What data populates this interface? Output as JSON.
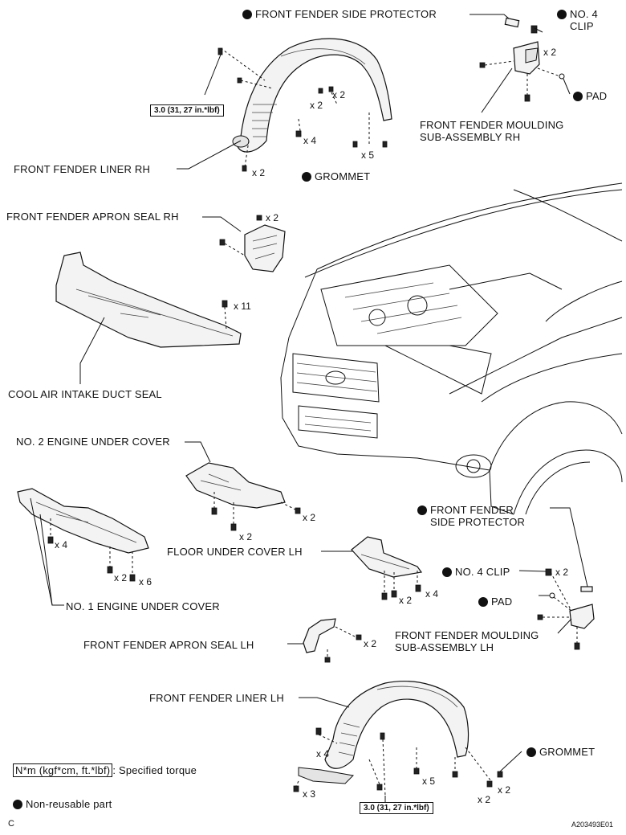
{
  "labels": {
    "front_fender_side_protector_rh": "FRONT FENDER SIDE PROTECTOR",
    "no4_clip_rh": "NO. 4\nCLIP",
    "pad_rh": "PAD",
    "front_fender_moulding_rh_line1": "FRONT FENDER MOULDING",
    "front_fender_moulding_rh_line2": "SUB-ASSEMBLY RH",
    "front_fender_liner_rh": "FRONT FENDER LINER RH",
    "grommet_rh": "GROMMET",
    "front_fender_apron_seal_rh": "FRONT FENDER APRON SEAL RH",
    "cool_air_intake_duct_seal": "COOL AIR INTAKE DUCT SEAL",
    "no2_engine_under_cover": "NO. 2 ENGINE UNDER COVER",
    "floor_under_cover_lh": "FLOOR UNDER COVER LH",
    "no1_engine_under_cover": "NO. 1 ENGINE UNDER COVER",
    "front_fender_side_protector_lh_line1": "FRONT FENDER",
    "front_fender_side_protector_lh_line2": "SIDE PROTECTOR",
    "no4_clip_lh": "NO. 4 CLIP",
    "pad_lh": "PAD",
    "front_fender_moulding_lh_line1": "FRONT FENDER MOULDING",
    "front_fender_moulding_lh_line2": "SUB-ASSEMBLY LH",
    "front_fender_apron_seal_lh": "FRONT FENDER APRON SEAL LH",
    "front_fender_liner_lh": "FRONT FENDER LINER LH",
    "grommet_lh": "GROMMET"
  },
  "quantities": {
    "q1": "x 2",
    "q2": "x 2",
    "q3": "x 2",
    "q4": "x 4",
    "q5": "x 5",
    "q6": "x 2",
    "q7": "x 2",
    "q8": "x 11",
    "q9": "x 2",
    "q10": "x 2",
    "q11": "x 4",
    "q12": "x 2",
    "q13": "x 6",
    "q14": "x 2",
    "q15": "x 4",
    "q16": "x 2",
    "q17": "x 2",
    "q18": "x 4",
    "q19": "x 5",
    "q20": "x 3",
    "q21": "x 2",
    "q22": "x 2"
  },
  "torque_specs": {
    "rh": "3.0 (31, 27 in.*lbf)",
    "lh": "3.0 (31, 27 in.*lbf)"
  },
  "legend": {
    "torque_units": "N*m (kgf*cm, ft.*lbf)",
    "torque_text": ": Specified torque",
    "non_reusable": "Non-reusable part"
  },
  "corner": {
    "left": "C",
    "right": "A203493E01"
  },
  "colors": {
    "ink": "#111111",
    "part_fill": "#f3f3f3"
  }
}
